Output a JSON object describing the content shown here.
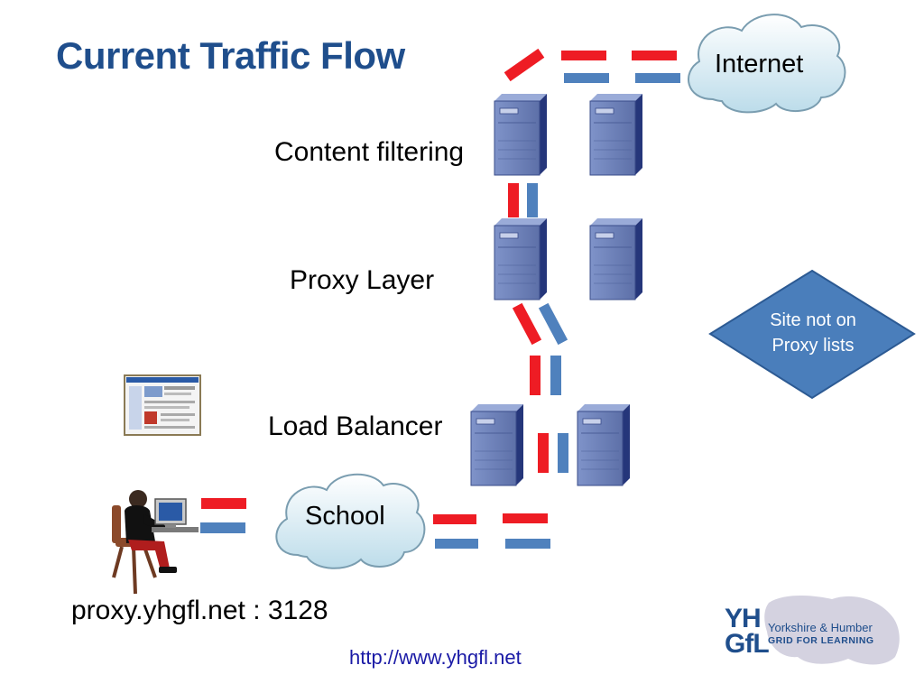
{
  "slide": {
    "title": "Current Traffic Flow",
    "labels": {
      "content_filtering": "Content filtering",
      "proxy_layer": "Proxy Layer",
      "load_balancer": "Load Balancer",
      "proxy_address": "proxy.yhgfl.net : 3128"
    },
    "clouds": {
      "internet": "Internet",
      "school": "School"
    },
    "decision": {
      "line1": "Site not on",
      "line2": "Proxy lists"
    },
    "footer_url": "http://www.yhgfl.net",
    "logo": {
      "mark_top": "YH",
      "mark_bottom": "GfL",
      "line1": "Yorkshire & Humber",
      "line2": "GRID FOR LEARNING"
    }
  },
  "colors": {
    "title": "#1f4e8c",
    "server": "#6a7fb8",
    "red_packet": "#ee1c24",
    "blue_packet": "#4f81bd",
    "diamond": "#4a7ebb",
    "cloud": "#d9ecf5"
  }
}
